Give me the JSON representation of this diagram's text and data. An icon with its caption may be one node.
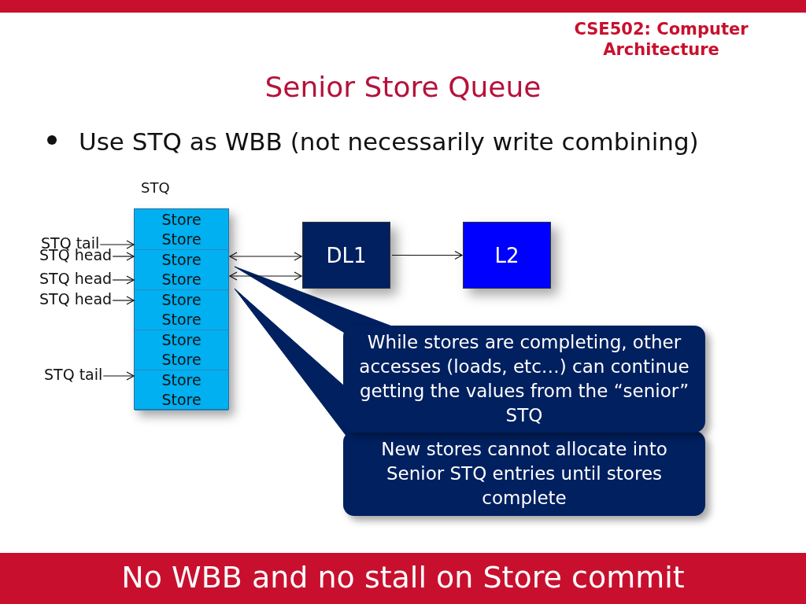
{
  "diagram": {
    "title": "Senior Store Queue",
    "nodes": [
      {
        "text": [
          "STQ"
        ]
      },
      {
        "text": [
          "Store",
          "Store"
        ],
        "in": 0
      },
      {
        "text": [
          "Store",
          "Store"
        ],
        "in": 0
      },
      {
        "text": [
          "Store",
          "Store"
        ],
        "in": 0
      },
      {
        "text": [
          "Store",
          "Store"
        ],
        "in": 0
      },
      {
        "text": [
          "Store",
          "Store"
        ],
        "in": 0
      },
      {
        "text": [
          "STQ tail"
        ]
      },
      {
        "text": [
          "STQ head"
        ]
      },
      {
        "text": [
          "STQ head"
        ]
      },
      {
        "text": [
          "STQ head"
        ]
      },
      {
        "text": [
          "STQ tail"
        ]
      },
      {
        "text": [
          "DL1"
        ]
      },
      {
        "text": [
          "L2"
        ]
      },
      {
        "text": [
          "While stores are completing, other accesses (loads, etc…) can continue getting the values from the “senior” STQ"
        ]
      },
      {
        "text": [
          "New stores cannot allocate into Senior STQ entries until stores complete"
        ]
      }
    ],
    "edges": [
      {
        "from": 6,
        "to": 2,
        "arrow": "to"
      },
      {
        "from": 7,
        "to": 2,
        "arrow": "to"
      },
      {
        "from": 8,
        "to": 2,
        "arrow": "to"
      },
      {
        "from": 9,
        "to": 3,
        "arrow": "to"
      },
      {
        "from": 10,
        "to": 5,
        "arrow": "to"
      },
      {
        "from": 2,
        "to": 11,
        "arrow": "both"
      },
      {
        "from": 2,
        "to": 11,
        "arrow": "both"
      },
      {
        "from": 11,
        "to": 12,
        "arrow": "to"
      },
      {
        "from": 13,
        "to": 2,
        "arrow": "none",
        "color": "#002060"
      },
      {
        "from": 14,
        "to": 2,
        "arrow": "none",
        "color": "#002060"
      }
    ],
    "labels": [
      "CSE502: Computer Architecture",
      "Use STQ as WBB (not necessarily write combining)",
      "No WBB and no stall on Store commit"
    ]
  }
}
